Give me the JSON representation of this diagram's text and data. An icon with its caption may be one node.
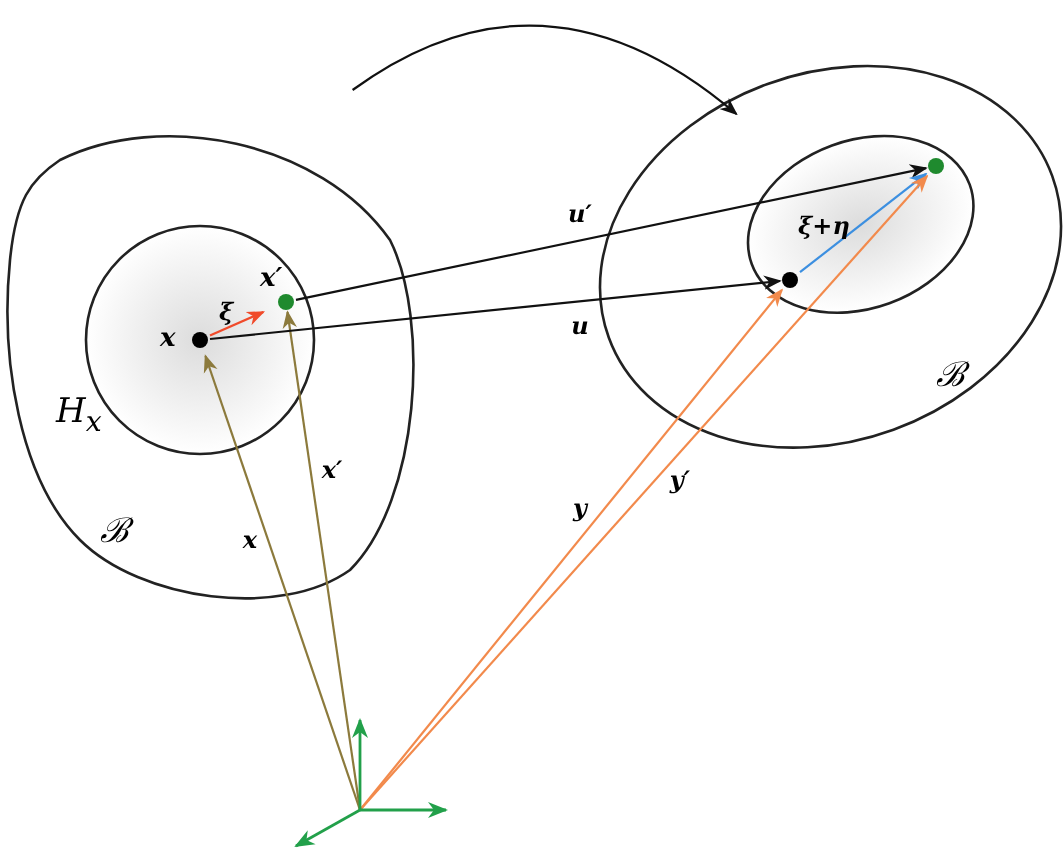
{
  "diagram": {
    "nodes": [
      {
        "text": [
          "ℬ"
        ]
      },
      {
        "text": [
          "H$_{x}$"
        ],
        "in": 0
      },
      {
        "text": [
          "x"
        ],
        "in": 1
      },
      {
        "text": [
          "x′"
        ],
        "in": 1
      },
      {
        "text": [
          "ℬ"
        ]
      },
      {
        "text": [],
        "shape": "ellipse",
        "in": 4
      },
      {
        "text": [],
        "shape": "circle",
        "in": 5
      },
      {
        "text": [],
        "shape": "circle",
        "in": 5
      }
    ],
    "edges": [
      {
        "from": 0,
        "to": 4,
        "arrow": "to"
      },
      {
        "from": null,
        "to": 2,
        "arrow": "to",
        "label": "x",
        "color": "#8c7a3c"
      },
      {
        "from": null,
        "to": 3,
        "arrow": "to",
        "label": "x′",
        "color": "#8c7a3c"
      },
      {
        "from": 2,
        "to": 3,
        "arrow": "to",
        "label": "ξ",
        "color": "#f04a2a"
      },
      {
        "from": 2,
        "to": 6,
        "arrow": "to",
        "label": "u"
      },
      {
        "from": 3,
        "to": 7,
        "arrow": "to",
        "label": "u′"
      },
      {
        "from": 6,
        "to": 7,
        "arrow": "to",
        "label": "ξ+η",
        "color": "#3c8fe0"
      },
      {
        "from": null,
        "to": 6,
        "arrow": "to",
        "label": "y",
        "color": "#f28a4c"
      },
      {
        "from": null,
        "to": 7,
        "arrow": "to",
        "label": "y′",
        "color": "#f28a4c"
      }
    ]
  }
}
